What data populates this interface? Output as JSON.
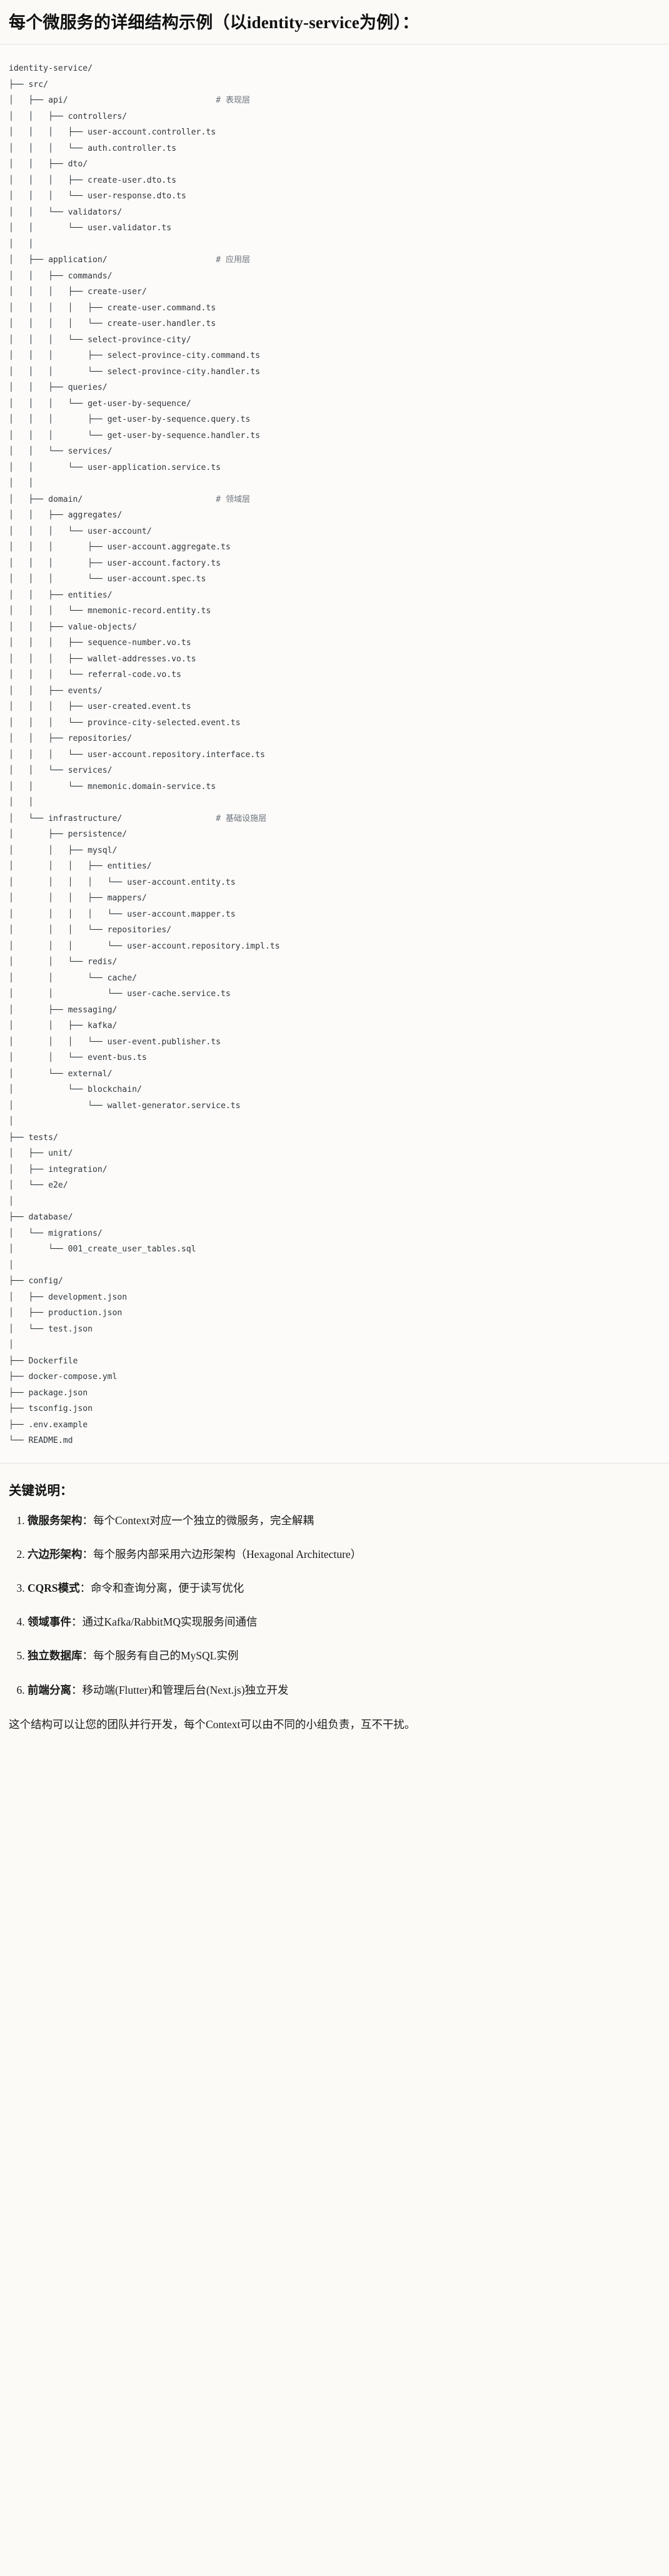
{
  "document": {
    "title": "每个微服务的详细结构示例（以identity-service为例）：",
    "accent_color": "#30353b",
    "background_color": "#fbfaf7",
    "comment_color": "#6c737c"
  },
  "tree": {
    "root": "identity-service/",
    "text": "identity-service/\n├── src/\n│   ├── api/                              # 表现层\n│   │   ├── controllers/\n│   │   │   ├── user-account.controller.ts\n│   │   │   └── auth.controller.ts\n│   │   ├── dto/\n│   │   │   ├── create-user.dto.ts\n│   │   │   └── user-response.dto.ts\n│   │   └── validators/\n│   │       └── user.validator.ts\n│   │\n│   ├── application/                      # 应用层\n│   │   ├── commands/\n│   │   │   ├── create-user/\n│   │   │   │   ├── create-user.command.ts\n│   │   │   │   └── create-user.handler.ts\n│   │   │   └── select-province-city/\n│   │   │       ├── select-province-city.command.ts\n│   │   │       └── select-province-city.handler.ts\n│   │   ├── queries/\n│   │   │   └── get-user-by-sequence/\n│   │   │       ├── get-user-by-sequence.query.ts\n│   │   │       └── get-user-by-sequence.handler.ts\n│   │   └── services/\n│   │       └── user-application.service.ts\n│   │\n│   ├── domain/                           # 领域层\n│   │   ├── aggregates/\n│   │   │   └── user-account/\n│   │   │       ├── user-account.aggregate.ts\n│   │   │       ├── user-account.factory.ts\n│   │   │       └── user-account.spec.ts\n│   │   ├── entities/\n│   │   │   └── mnemonic-record.entity.ts\n│   │   ├── value-objects/\n│   │   │   ├── sequence-number.vo.ts\n│   │   │   ├── wallet-addresses.vo.ts\n│   │   │   └── referral-code.vo.ts\n│   │   ├── events/\n│   │   │   ├── user-created.event.ts\n│   │   │   └── province-city-selected.event.ts\n│   │   ├── repositories/\n│   │   │   └── user-account.repository.interface.ts\n│   │   └── services/\n│   │       └── mnemonic.domain-service.ts\n│   │\n│   └── infrastructure/                   # 基础设施层\n│       ├── persistence/\n│       │   ├── mysql/\n│       │   │   ├── entities/\n│       │   │   │   └── user-account.entity.ts\n│       │   │   ├── mappers/\n│       │   │   │   └── user-account.mapper.ts\n│       │   │   └── repositories/\n│       │   │       └── user-account.repository.impl.ts\n│       │   └── redis/\n│       │       └── cache/\n│       │           └── user-cache.service.ts\n│       ├── messaging/\n│       │   ├── kafka/\n│       │   │   └── user-event.publisher.ts\n│       │   └── event-bus.ts\n│       └── external/\n│           └── blockchain/\n│               └── wallet-generator.service.ts\n│\n├── tests/\n│   ├── unit/\n│   ├── integration/\n│   └── e2e/\n│\n├── database/\n│   └── migrations/\n│       └── 001_create_user_tables.sql\n│\n├── config/\n│   ├── development.json\n│   ├── production.json\n│   └── test.json\n│\n├── Dockerfile\n├── docker-compose.yml\n├── package.json\n├── tsconfig.json\n├── .env.example\n└── README.md",
    "layer_comments": [
      {
        "path": "src/api/",
        "comment": "# 表现层"
      },
      {
        "path": "src/application/",
        "comment": "# 应用层"
      },
      {
        "path": "src/domain/",
        "comment": "# 领域层"
      },
      {
        "path": "src/infrastructure/",
        "comment": "# 基础设施层"
      }
    ]
  },
  "notes": {
    "heading": "关键说明：",
    "items": [
      {
        "term": "微服务架构",
        "sep": "：",
        "desc": "每个Context对应一个独立的微服务，完全解耦"
      },
      {
        "term": "六边形架构",
        "sep": "：",
        "desc": "每个服务内部采用六边形架构（Hexagonal Architecture）"
      },
      {
        "term": "CQRS模式",
        "sep": "：",
        "desc": "命令和查询分离，便于读写优化"
      },
      {
        "term": "领域事件",
        "sep": "：",
        "desc": "通过Kafka/RabbitMQ实现服务间通信"
      },
      {
        "term": "独立数据库",
        "sep": "：",
        "desc": "每个服务有自己的MySQL实例"
      },
      {
        "term": "前端分离",
        "sep": "：",
        "desc": "移动端(Flutter)和管理后台(Next.js)独立开发"
      }
    ],
    "closing": "这个结构可以让您的团队并行开发，每个Context可以由不同的小组负责，互不干扰。"
  }
}
